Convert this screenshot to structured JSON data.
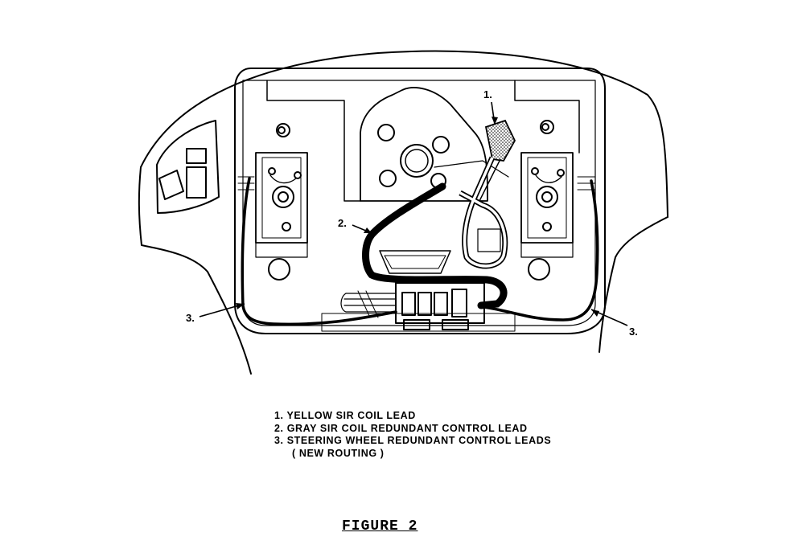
{
  "callouts": {
    "c1": "1.",
    "c2": "2.",
    "c3_left": "3.",
    "c3_right": "3."
  },
  "legend": {
    "item1": "1. YELLOW SIR COIL LEAD",
    "item2": "2. GRAY SIR COIL REDUNDANT CONTROL LEAD",
    "item3": "3. STEERING WHEEL REDUNDANT CONTROL LEADS",
    "item3_cont": "( NEW ROUTING )"
  },
  "caption": "FIGURE 2",
  "colors": {
    "ink": "#000000",
    "paper": "#ffffff",
    "stipple": "#888888"
  }
}
